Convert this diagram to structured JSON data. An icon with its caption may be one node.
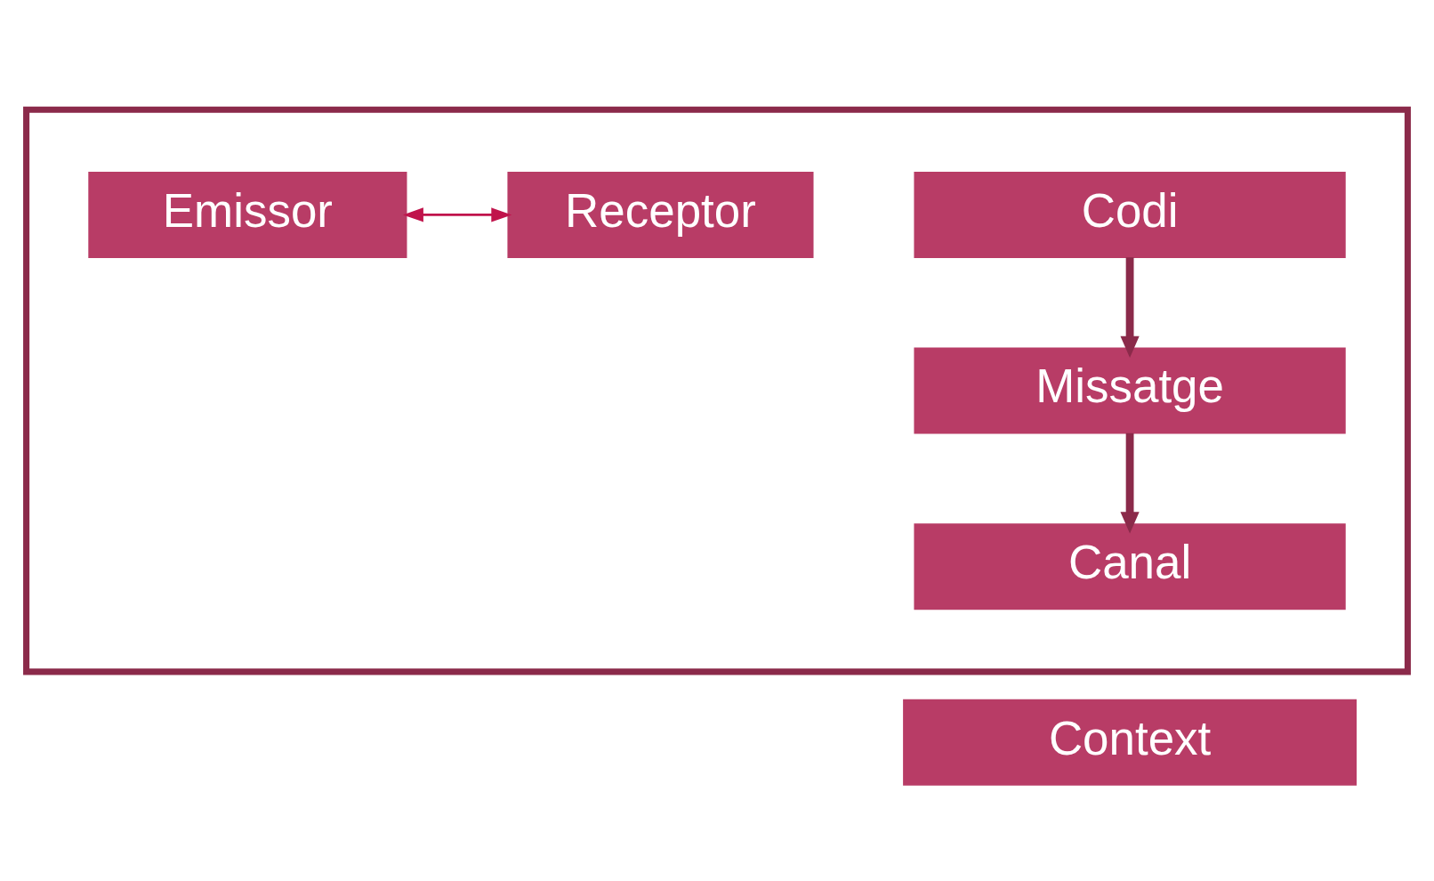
{
  "diagram": {
    "nodes": [
      {
        "text": [],
        "shape": "box"
      },
      {
        "text": [
          "Codi"
        ],
        "in": 0
      },
      {
        "text": [
          "Emissor"
        ],
        "in": 0
      },
      {
        "text": [
          "Receptor"
        ],
        "in": 0
      },
      {
        "text": [
          "Missatge"
        ],
        "in": 0
      },
      {
        "text": [
          "Canal"
        ],
        "in": 0
      },
      {
        "text": [
          "Context"
        ]
      }
    ],
    "edges": [
      {
        "from": 1,
        "to": 4,
        "arrow": "to"
      },
      {
        "from": 2,
        "to": 3,
        "arrow": "both",
        "color": "#c0134b"
      },
      {
        "from": 4,
        "to": 5,
        "arrow": "to"
      }
    ]
  }
}
